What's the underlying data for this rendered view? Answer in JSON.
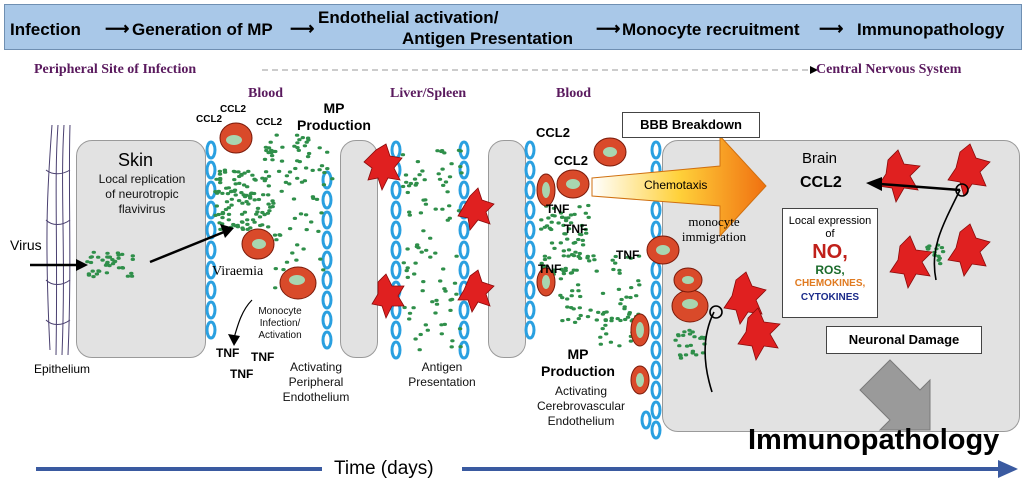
{
  "banner": {
    "stages": [
      "Infection",
      "Generation of MP",
      "Endothelial activation/",
      "Antigen Presentation",
      "Monocyte recruitment",
      "Immunopathology"
    ]
  },
  "sites": {
    "peripheral": "Peripheral Site of Infection",
    "cns": "Central Nervous System"
  },
  "compartments": {
    "blood_left": "Blood",
    "liver_spleen": "Liver/Spleen",
    "blood_right": "Blood"
  },
  "skin": {
    "title": "Skin",
    "text": "Local replication of neurotropic flavivirus",
    "virus": "Virus",
    "epithelium": "Epithelium"
  },
  "left_blood": {
    "ccl2_a": "CCL2",
    "ccl2_b": "CCL2",
    "ccl2_c": "CCL2",
    "viraemia": "Viraemia",
    "monocyte": "Monocyte Infection/ Activation",
    "tnf_a": "TNF",
    "tnf_b": "TNF",
    "tnf_c": "TNF",
    "activating": "Activating Peripheral Endothelium"
  },
  "mp_production_1": "MP Production",
  "antigen": "Antigen Presentation",
  "right_blood": {
    "ccl2_a": "CCL2",
    "ccl2_b": "CCL2",
    "tnf_a": "TNF",
    "tnf_b": "TNF",
    "tnf_c": "TNF",
    "tnf_d": "TNF",
    "mp_production": "MP Production",
    "activating": "Activating Cerebrovascular Endothelium"
  },
  "bbb": "BBB Breakdown",
  "chemotaxis": "Chemotaxis",
  "immigration": "monocyte immigration",
  "brain": {
    "title": "Brain",
    "ccl2": "CCL2",
    "local": "Local expression of",
    "no": "NO,",
    "ros": "ROS,",
    "chemokines": "CHEMOKINES,",
    "cytokines": "CYTOKINES",
    "damage": "Neuronal Damage"
  },
  "immunopathology": "Immunopathology",
  "time": "Time (days)",
  "colors": {
    "banner": "#a9c8e8",
    "panel": "#e2e2e2",
    "rbc": "#d94a2a",
    "nucleus": "#a8d6b0",
    "vessel": "#2aa0e0",
    "dots": "#2f8f4a",
    "arrow": "#3a5aa0",
    "no": "#c0201a",
    "ros": "#1a6a2a",
    "chem": "#e07a20",
    "cyto": "#1a2a8a"
  }
}
